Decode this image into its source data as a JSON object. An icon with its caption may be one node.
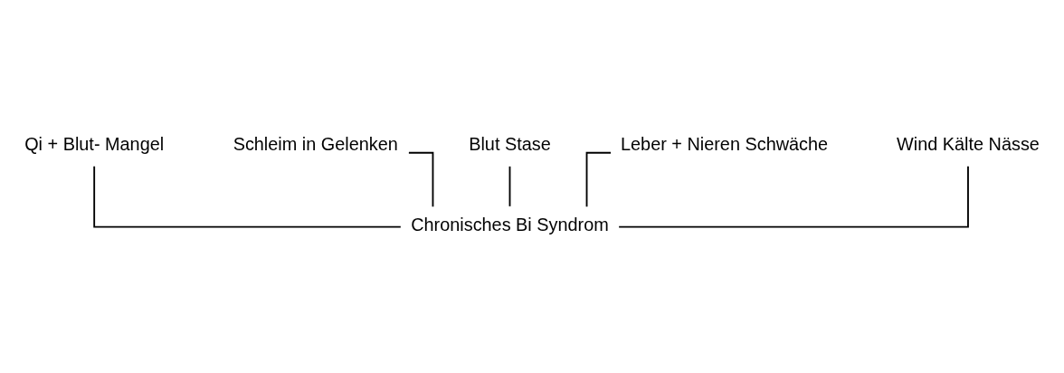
{
  "diagram": {
    "nodes": [
      {
        "text": [
          "Qi + Blut- Mangel"
        ]
      },
      {
        "text": [
          "Schleim in Gelenken"
        ]
      },
      {
        "text": [
          "Blut Stase"
        ]
      },
      {
        "text": [
          "Leber + Nieren Schwäche"
        ]
      },
      {
        "text": [
          "Wind Kälte Nässe"
        ]
      },
      {
        "text": [
          "Chronisches Bi Syndrom"
        ]
      }
    ],
    "edges": [
      {
        "from": 0,
        "to": 5,
        "arrow": "none"
      },
      {
        "from": 1,
        "to": 5,
        "arrow": "none"
      },
      {
        "from": 2,
        "to": 5,
        "arrow": "none"
      },
      {
        "from": 3,
        "to": 5,
        "arrow": "none"
      },
      {
        "from": 4,
        "to": 5,
        "arrow": "none"
      }
    ]
  }
}
